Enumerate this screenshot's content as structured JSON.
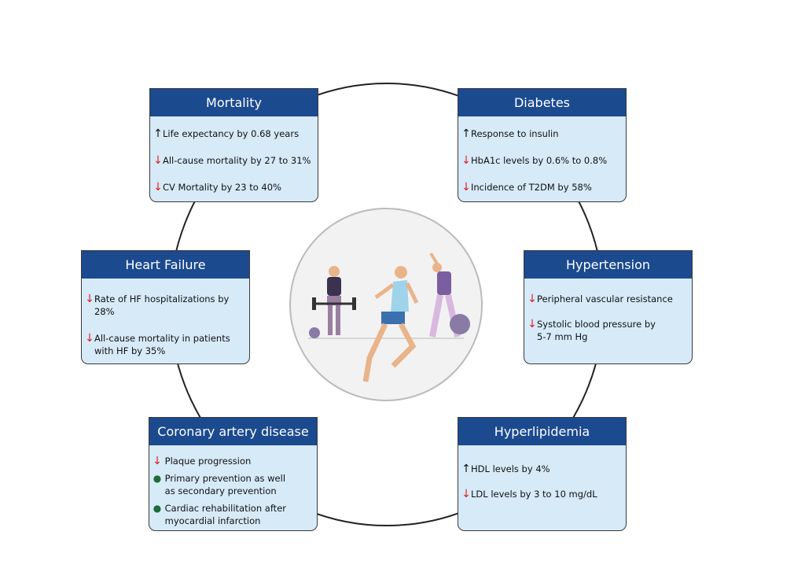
{
  "boxes": [
    {
      "title": "Mortality",
      "items": [
        {
          "icon": "up",
          "text": "Life expectancy by 0.68 years"
        },
        {
          "icon": "down",
          "text": "All-cause mortality by 27 to 31%"
        },
        {
          "icon": "down",
          "text": "CV Mortality by 23 to 40%"
        }
      ]
    },
    {
      "title": "Diabetes",
      "items": [
        {
          "icon": "up",
          "text": "Response to insulin"
        },
        {
          "icon": "down",
          "text": "HbA1c levels by 0.6% to 0.8%"
        },
        {
          "icon": "down",
          "text": "Incidence of T2DM by 58%"
        }
      ]
    },
    {
      "title": "Heart Failure",
      "items": [
        {
          "icon": "down",
          "text": "Rate of HF hospitalizations by 28%"
        },
        {
          "icon": "down",
          "text": "All-cause mortality in patients with HF by 35%"
        }
      ]
    },
    {
      "title": "Hypertension",
      "items": [
        {
          "icon": "down",
          "text": "Peripheral vascular resistance"
        },
        {
          "icon": "down",
          "text": "Systolic blood pressure by 5-7 mm Hg"
        }
      ]
    },
    {
      "title": "Coronary artery disease",
      "items": [
        {
          "icon": "down",
          "text": "Plaque progression"
        },
        {
          "icon": "dot",
          "text": "Primary prevention as well as secondary prevention"
        },
        {
          "icon": "dot",
          "text": "Cardiac rehabilitation after myocardial infarction"
        }
      ]
    },
    {
      "title": "Hyperlipidemia",
      "items": [
        {
          "icon": "up",
          "text": "HDL levels by 4%"
        },
        {
          "icon": "down",
          "text": "LDL levels by 3 to 10 mg/dL"
        }
      ]
    }
  ],
  "colors": {
    "header": "#1b4a8f",
    "box": "#d6eaf8",
    "up": "#111111",
    "down": "#e02020",
    "dot": "#1e6b3a"
  }
}
